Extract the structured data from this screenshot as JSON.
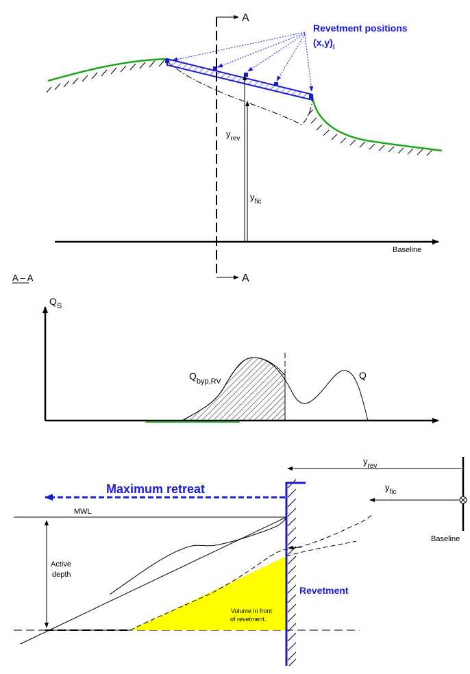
{
  "top": {
    "section_label": "A",
    "section_label_bottom": "A",
    "revetment_positions_label": "Revetment positions",
    "revetment_positions_sub": "(x,y)",
    "revetment_positions_index": "i",
    "y_rev_main": "y",
    "y_rev_sub": "rev",
    "y_fic_main": "y",
    "y_fic_sub": "fic",
    "baseline_label": "Baseline"
  },
  "middle": {
    "section_title": "A – A",
    "qs_main": "Q",
    "qs_sub": "S",
    "q_label": "Q",
    "q_byp_main": "Q",
    "q_byp_sub": "byp,RV"
  },
  "bottom": {
    "maximum_retreat_label": "Maximum retreat",
    "mwl_label": "MWL",
    "active_depth_line1": "Active",
    "active_depth_line2": "depth",
    "revetment_label": "Revetment",
    "volume_line1": "Volume in front",
    "volume_line2": "of revetment.",
    "y_rev_main": "y",
    "y_rev_sub": "rev",
    "y_fic_main": "y",
    "y_fic_sub": "fic",
    "baseline_label": "Baseline"
  },
  "colors": {
    "accent_blue": "#1a1ad6",
    "coast_green": "#1aa81a",
    "volume_yellow": "#ffff00"
  }
}
